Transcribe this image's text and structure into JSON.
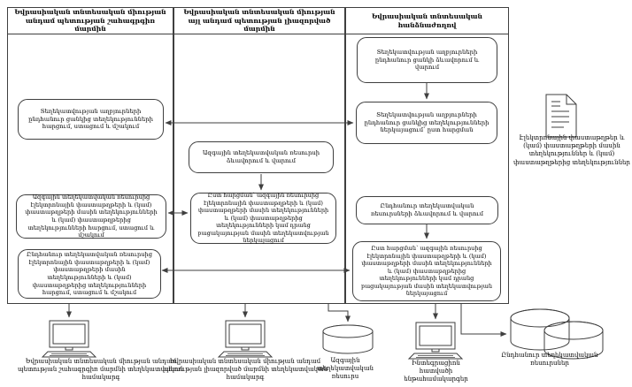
{
  "lanes": [
    {
      "title": "Եվրասիական տնտեսական միության անդամ պետության շահագրգիռ մարմին"
    },
    {
      "title": "Եվրասիական տնտեսական միության այլ անդամ պետության լիազորված մարմին"
    },
    {
      "title": "Եվրասիական տնտեսական հանձնաժողով"
    }
  ],
  "boxes": {
    "l1": "Տեղեկատվության աղբյուրների ընդհանուր ցանկից տեղեկությունների հարցում, ստացում և մշակում",
    "l2": "Ազգային տեղեկատվական ռեսուրսից էլեկտրոնային փաստաթղթերի և (կամ) փաստաթղթերի մասին տեղեկությունների և (կամ) փաստաթղթերից տեղեկությունների հարցում, ստացում և մշակում",
    "l3": "Ընդհանուր տեղեկատվական ռեսուրսից էլեկտրոնային փաստաթղթերի և (կամ) փաստաթղթերի մասին տեղեկությունների և (կամ) փաստաթղթերից տեղեկությունների հարցում, ստացում և մշակում",
    "m1": "Ազգային տեղեկատվական ռեսուրսի ձևավորում և վարում",
    "m2": "Ըստ հարցման՝ ազգային ռեսուրսից էլեկտրոնային փաստաթղթերի և (կամ) փաստաթղթերի մասին տեղեկությունների և (կամ) փաստաթղթերից տեղեկությունների կամ դրանց բացակայության մասին տեղեկատվության ներկայացում",
    "r1": "Տեղեկատվության աղբյուրների ընդհանուր ցանկի ձևավորում և վարում",
    "r2": "Տեղեկատվության աղբյուրների ընդհանուր ցանկից տեղեկությունների ներկայացում՝ ըստ հարցման",
    "r3": "Ընդհանուր տեղեկատվական ռեսուրսների ձևավորում և վարում",
    "r4": "Ըստ հարցման՝ ազգային ռեսուրսից էլեկտրոնային փաստաթղթերի և (կամ) փաստաթղթերի մասին տեղեկությունների և (կամ) փաստաթղթերից տեղեկությունների կամ դրանց բացակայության մասին տեղեկատվության ներկայացում"
  },
  "document_note": "Էլեկտրոնային փաստաթղթեր և (կամ) փաստաթղթերի մասին տեղեկություններ և (կամ) փաստաթղթերից տեղեկություններ",
  "bottom": {
    "interested_system": "Եվրասիական տնտեսական միության անդամ պետության շահագրգիռ մարմնի տեղեկատվական համակարգ",
    "authorized_system": "Եվրասիական տնտեսական միության անդամ պետության լիազորված մարմնի տեղեկատվական համակարգ",
    "national_resource": "Ազգային տեղեկատվական ռեսուրս",
    "integration_subsystems": "Ինտեգրացիոն հատվածի ենթահամակարգեր",
    "common_resources": "Ընդհանուր տեղեկատվական ռեսուրսներ"
  },
  "colors": {
    "line": "#3f3f3f",
    "background": "#ffffff",
    "text": "#000000"
  }
}
